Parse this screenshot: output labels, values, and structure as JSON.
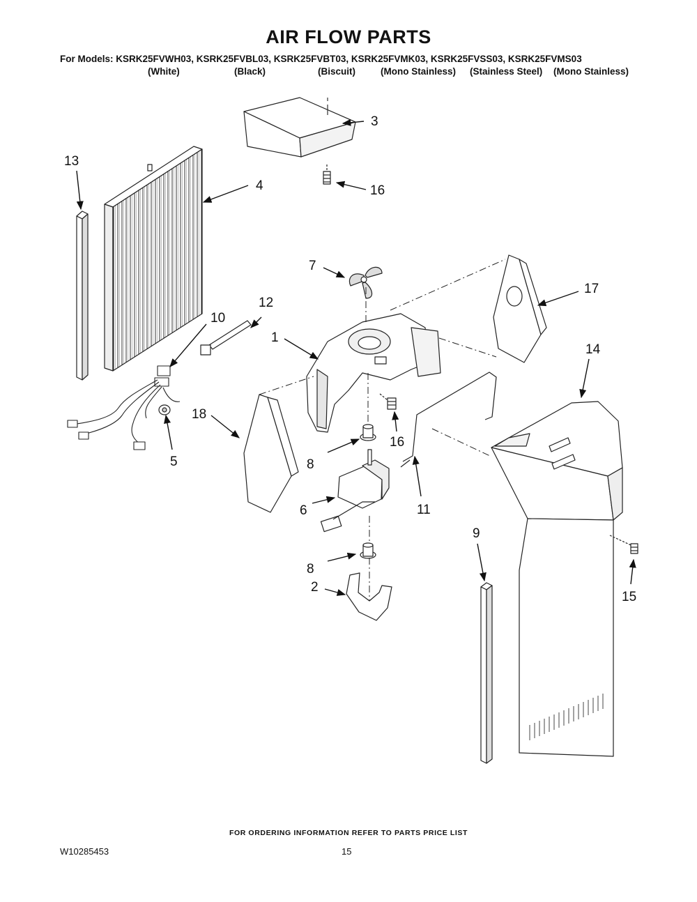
{
  "title": "AIR FLOW PARTS",
  "models_line": "For Models: KSRK25FVWH03, KSRK25FVBL03, KSRK25FVBT03, KSRK25FVMK03, KSRK25FVSS03, KSRK25FVMS03",
  "colors": [
    "(White)",
    "(Black)",
    "(Biscuit)",
    "(Mono Stainless)",
    "(Stainless Steel)",
    "(Mono Stainless)"
  ],
  "callouts": {
    "c1": "1",
    "c2": "2",
    "c3": "3",
    "c4": "4",
    "c5": "5",
    "c6": "6",
    "c7": "7",
    "c8a": "8",
    "c8b": "8",
    "c9": "9",
    "c10": "10",
    "c11": "11",
    "c12": "12",
    "c13": "13",
    "c14": "14",
    "c15": "15",
    "c16a": "16",
    "c16b": "16",
    "c17": "17",
    "c18": "18"
  },
  "footer": {
    "ordering_note": "FOR ORDERING INFORMATION REFER TO PARTS PRICE LIST",
    "doc_number": "W10285453",
    "page_number": "15"
  }
}
